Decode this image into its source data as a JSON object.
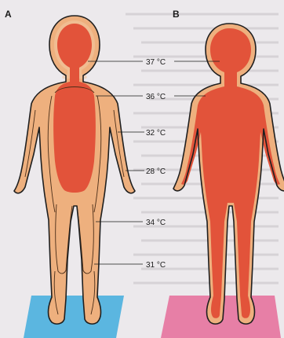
{
  "panels": [
    {
      "letter": "A",
      "floor_color": "#5bb6e0"
    },
    {
      "letter": "B",
      "floor_color": "#e77fa6"
    }
  ],
  "isotherms": [
    {
      "label": "37 °C"
    },
    {
      "label": "36 °C"
    },
    {
      "label": "32 °C"
    },
    {
      "label": "28 °C"
    },
    {
      "label": "34 °C"
    },
    {
      "label": "31 °C"
    }
  ],
  "colors": {
    "core": "#e2533a",
    "shell": "#eeb07e",
    "shell_outer": "#f3c8a2",
    "page": "#ece9ec",
    "text_overlay": "#d9d6d9"
  }
}
